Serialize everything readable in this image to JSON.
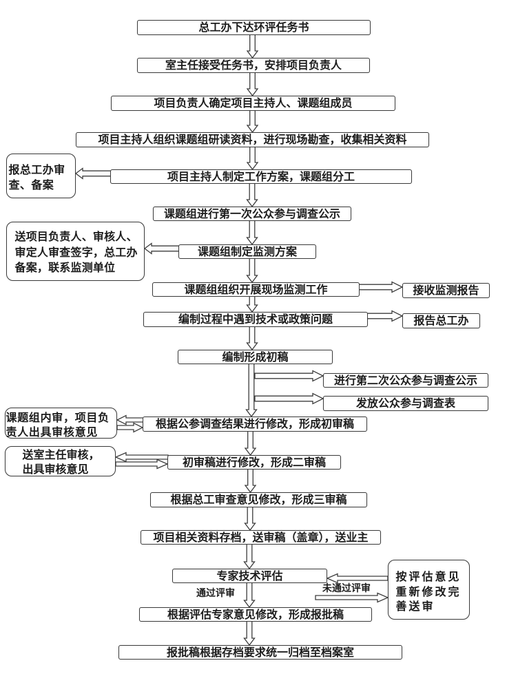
{
  "steps": [
    {
      "label": "总工办下达环评任务书"
    },
    {
      "label": "室主任接受任务书，安排项目负责人"
    },
    {
      "label": "项目负责人确定项目主持人、课题组成员"
    },
    {
      "label": "项目主持人组织课题组研读资料，进行现场勘查，收集相关资料"
    },
    {
      "label": "项目主持人制定工作方案，课题组分工"
    },
    {
      "label": "课题组进行第一次公众参与调查公示"
    },
    {
      "label": "课题组制定监测方案"
    },
    {
      "label": "课题组组织开展现场监测工作"
    },
    {
      "label": "编制过程中遇到技术或政策问题"
    },
    {
      "label": "编制形成初稿"
    },
    {
      "label": "根据公参调查结果进行修改，形成初审稿"
    },
    {
      "label": "初审稿进行修改，形成二审稿"
    },
    {
      "label": "根据总工审查意见修改，形成三审稿"
    },
    {
      "label": "项目相关资料存档，送审稿（盖章），送业主"
    },
    {
      "label": "专家技术评估"
    },
    {
      "label": "根据评估专家意见修改，形成报批稿"
    },
    {
      "label": "报批稿根据存档要求统一归档至档案室"
    }
  ],
  "branches": [
    {
      "label": "接收监测报告"
    },
    {
      "label": "报告总工办"
    },
    {
      "label": "进行第二次公众参与调查公示"
    },
    {
      "label": "发放公众参与调查表"
    }
  ],
  "side_notes": [
    {
      "lines": [
        "报总工办审",
        "查、备案"
      ]
    },
    {
      "lines": [
        "送项目负责人、审核人、",
        "审定人审查签字，总工办",
        "备案，联系监测单位"
      ]
    },
    {
      "lines": [
        "课题组内审，项目负",
        "责人出具审核意见"
      ]
    },
    {
      "lines": [
        "送室主任审核，",
        "出具审核意见"
      ]
    },
    {
      "lines": [
        "按评估意见",
        "重新修改完",
        "善送审"
      ]
    }
  ],
  "edge_labels": {
    "pass": "通过评审",
    "fail": "未通过评审"
  },
  "connections": [
    {
      "from": "steps.0",
      "to": "steps.1"
    },
    {
      "from": "steps.1",
      "to": "steps.2"
    },
    {
      "from": "steps.2",
      "to": "steps.3"
    },
    {
      "from": "steps.3",
      "to": "steps.4"
    },
    {
      "from": "steps.4",
      "to": "side_notes.0"
    },
    {
      "from": "steps.4",
      "to": "steps.5"
    },
    {
      "from": "steps.5",
      "to": "steps.6"
    },
    {
      "from": "steps.6",
      "to": "side_notes.1"
    },
    {
      "from": "steps.6",
      "to": "steps.7"
    },
    {
      "from": "steps.7",
      "to": "branches.0"
    },
    {
      "from": "steps.7",
      "to": "steps.8"
    },
    {
      "from": "steps.8",
      "to": "branches.1"
    },
    {
      "from": "steps.8",
      "to": "steps.9"
    },
    {
      "from": "steps.9",
      "to": "branches.2"
    },
    {
      "from": "steps.9",
      "to": "branches.3"
    },
    {
      "from": "steps.9",
      "to": "steps.10"
    },
    {
      "from": "steps.10",
      "to": "side_notes.2"
    },
    {
      "from": "side_notes.2",
      "to": "steps.10"
    },
    {
      "from": "steps.10",
      "to": "steps.11"
    },
    {
      "from": "steps.11",
      "to": "side_notes.3"
    },
    {
      "from": "side_notes.3",
      "to": "steps.11"
    },
    {
      "from": "steps.11",
      "to": "steps.12"
    },
    {
      "from": "steps.12",
      "to": "steps.13"
    },
    {
      "from": "steps.13",
      "to": "steps.14"
    },
    {
      "from": "steps.14",
      "to": "steps.15",
      "label": "edge_labels.pass"
    },
    {
      "from": "steps.14",
      "to": "side_notes.4",
      "label": "edge_labels.fail"
    },
    {
      "from": "side_notes.4",
      "to": "steps.14"
    },
    {
      "from": "steps.15",
      "to": "steps.16"
    }
  ],
  "colors": {
    "line": "#3c3c3c",
    "text": "#1c1c1c",
    "background": "#ffffff"
  }
}
